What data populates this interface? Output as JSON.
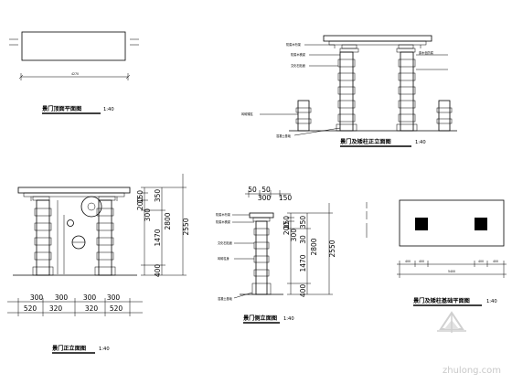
{
  "views": {
    "plan": {
      "title": "景门顶面平面图",
      "scale": "1:40",
      "dim_bottom": "4270"
    },
    "front": {
      "title": "景门及矮柱正立面图",
      "scale": "1:40",
      "callouts": [
        "防腐木桁架",
        "防腐木横梁",
        "文化石贴面",
        "原木色防腐",
        "砖砌矮柱",
        "混凝土基础"
      ]
    },
    "elev": {
      "title": "景门正立面图",
      "scale": "1:40",
      "dims_right": [
        "150",
        "200",
        "300",
        "350",
        "1470",
        "2800",
        "2550",
        "400"
      ],
      "dims_bottom_row1": [
        "300",
        "300",
        "300",
        "300"
      ],
      "dims_bottom_row2": [
        "520",
        "320",
        "320",
        "520"
      ]
    },
    "side": {
      "title": "景门侧立面图",
      "scale": "1:40",
      "dims_top": [
        "50",
        "50",
        "300",
        "150"
      ],
      "dims_right": [
        "150",
        "200",
        "300",
        "350",
        "30",
        "1470",
        "2800",
        "2550",
        "400"
      ],
      "callouts": [
        "防腐木桁架",
        "防腐木横梁",
        "文化石贴面",
        "砖砌柱身",
        "混凝土基础"
      ]
    },
    "base": {
      "title": "景门及矮柱基础平面图",
      "scale": "1:40",
      "dims_top": [
        "5400"
      ],
      "dims_bottom": [
        "400",
        "400",
        "400",
        "400"
      ]
    }
  },
  "watermark": {
    "logo": "筑龙网",
    "site": "zhulong.com"
  }
}
